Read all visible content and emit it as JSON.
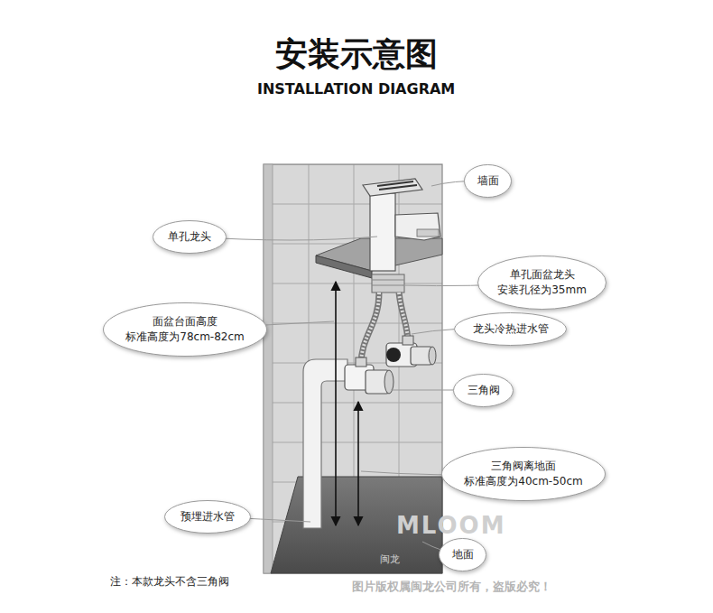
{
  "diagram": {
    "title": "安装示意图",
    "nodes": [
      {
        "text": [
          "墙面"
        ]
      },
      {
        "text": [
          "单孔龙头"
        ]
      },
      {
        "text": [
          "单孔面盆龙头",
          "安装孔径为35mm"
        ]
      },
      {
        "text": [
          "面盆台面高度",
          "标准高度为78cm-82cm"
        ]
      },
      {
        "text": [
          "龙头冷热进水管"
        ]
      },
      {
        "text": [
          "三角阀"
        ]
      },
      {
        "text": [
          "三角阀离地面",
          "标准高度为40cm-50cm"
        ]
      },
      {
        "text": [
          "预埋进水管"
        ]
      },
      {
        "text": [
          "地面"
        ]
      }
    ],
    "labels": [
      "INSTALLATION DIAGRAM",
      "注：本款龙头不含三角阀",
      "MLOOM",
      "闽龙",
      "图片版权属闽龙公司所有，盗版必究！"
    ]
  }
}
